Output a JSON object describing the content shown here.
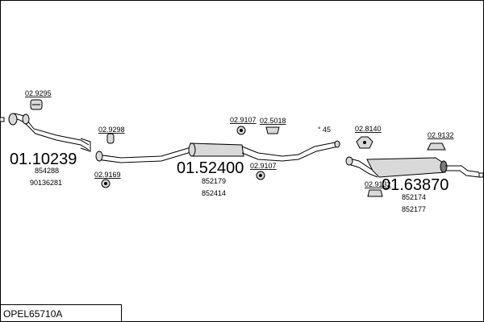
{
  "diagram": {
    "code": "OPEL65710A",
    "angle_label": "45",
    "groups": [
      {
        "id": "front",
        "main": "01.10239",
        "subs": [
          "854288",
          "90136281"
        ]
      },
      {
        "id": "middle",
        "main": "01.52400",
        "subs": [
          "852179",
          "852414"
        ]
      },
      {
        "id": "rear",
        "main": "01.63870",
        "subs": [
          "852174",
          "852177"
        ]
      }
    ],
    "accessories": [
      "02.9295",
      "02.9298",
      "02.9169",
      "02.9107",
      "02.5018",
      "02.9107",
      "02.8140",
      "02.9132",
      "02.9132"
    ]
  }
}
